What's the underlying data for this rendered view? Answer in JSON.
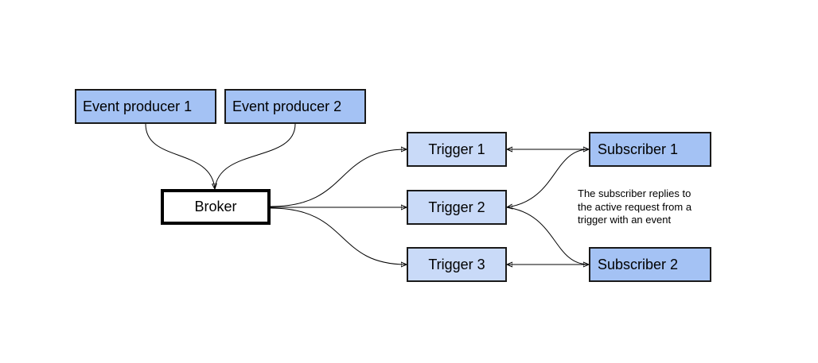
{
  "producers": [
    {
      "label": "Event producer 1"
    },
    {
      "label": "Event producer 2"
    }
  ],
  "broker": {
    "label": "Broker"
  },
  "triggers": [
    {
      "label": "Trigger 1"
    },
    {
      "label": "Trigger 2"
    },
    {
      "label": "Trigger 3"
    }
  ],
  "subscribers": [
    {
      "label": "Subscriber 1"
    },
    {
      "label": "Subscriber 2"
    }
  ],
  "note": {
    "lines": [
      "The subscriber replies to",
      "the active request from a",
      "trigger with an event"
    ]
  },
  "colors": {
    "producer_fill": "#a4c2f4",
    "trigger_fill": "#c9daf8",
    "subscriber_fill": "#a4c2f4",
    "broker_fill": "#ffffff",
    "stroke": "#000000"
  }
}
